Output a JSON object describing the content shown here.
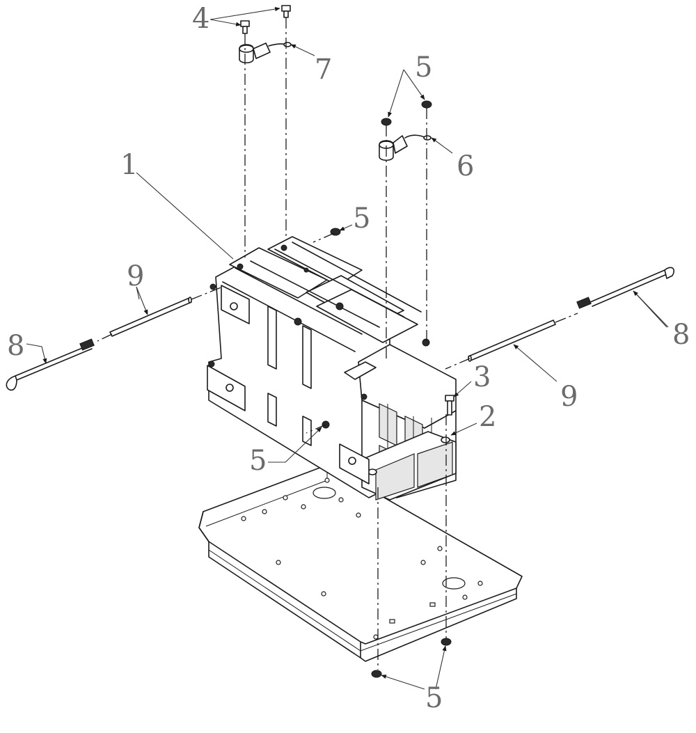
{
  "diagram": {
    "callouts": {
      "c1": "1",
      "c2": "2",
      "c3": "3",
      "c4": "4",
      "c5_top": "5",
      "c5_mid": "5",
      "c5_left": "5",
      "c5_bottom": "5",
      "c6": "6",
      "c7": "7",
      "c8_left": "8",
      "c8_right": "8",
      "c9_left": "9",
      "c9_right": "9"
    }
  }
}
